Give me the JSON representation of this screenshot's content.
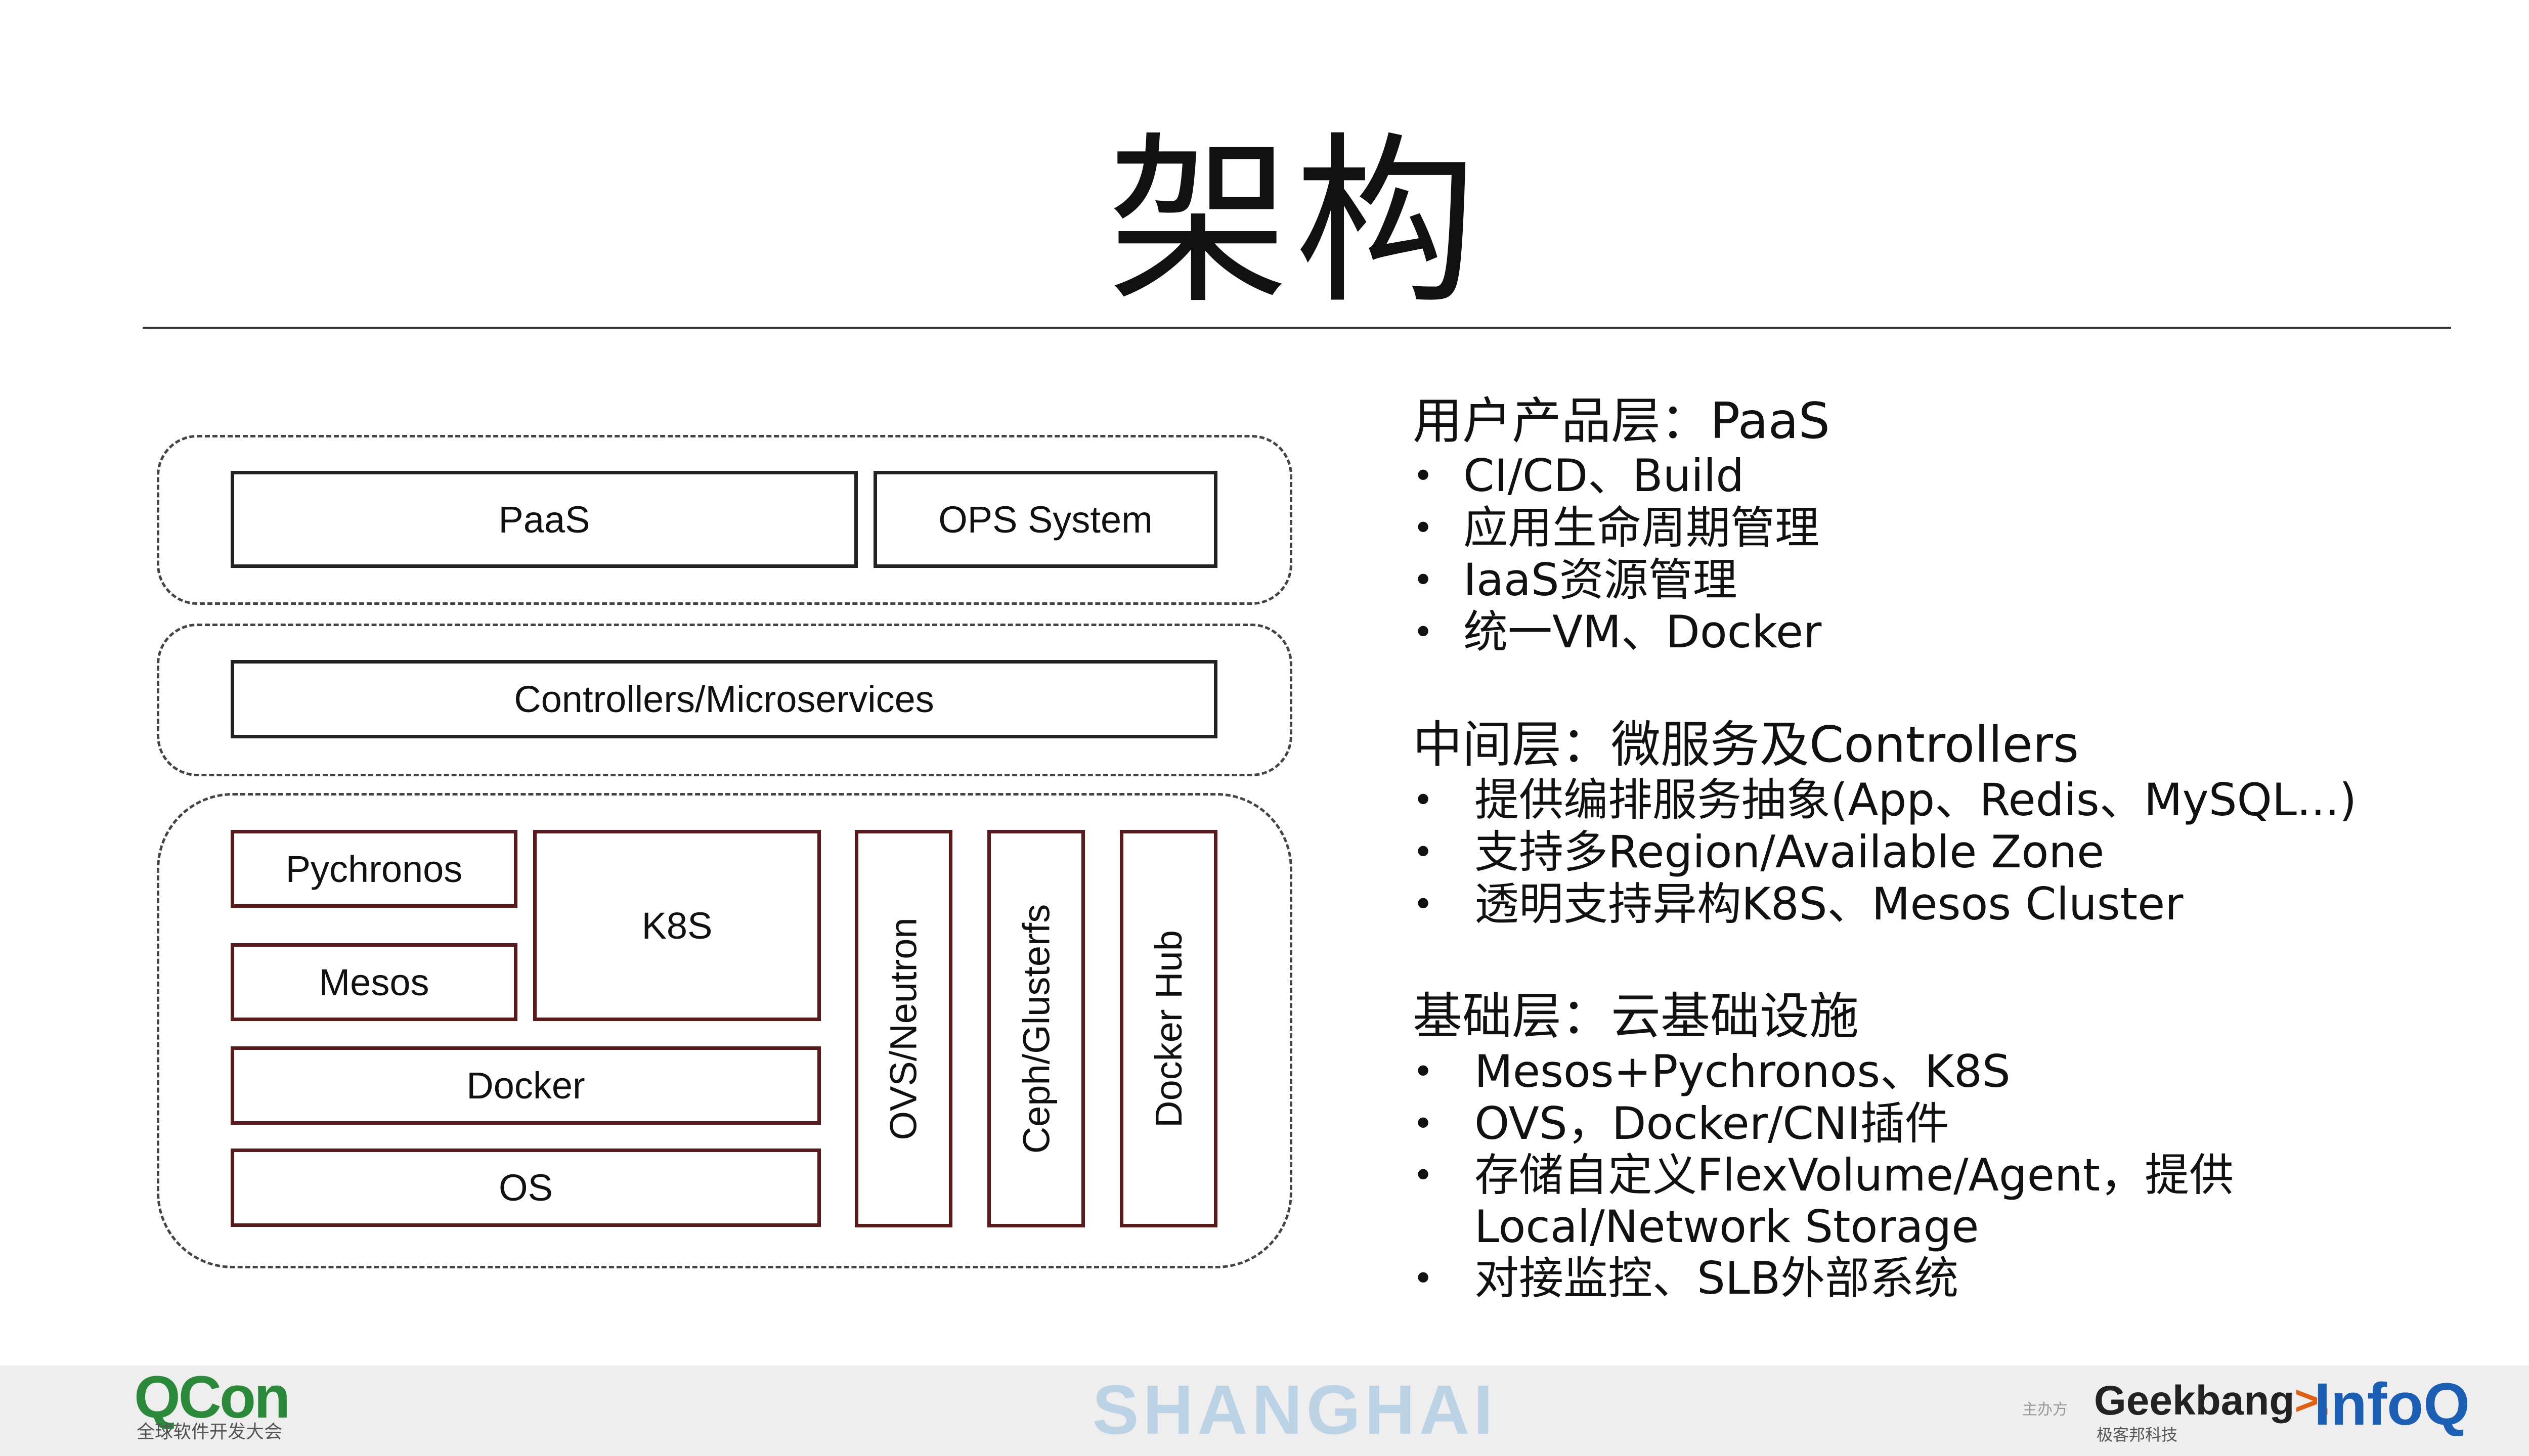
{
  "title": "架构",
  "diagram": {
    "paas": "PaaS",
    "ops": "OPS System",
    "controllers": "Controllers/Microservices",
    "pychronos": "Pychronos",
    "k8s": "K8S",
    "mesos": "Mesos",
    "docker": "Docker",
    "os": "OS",
    "ovs": "OVS/Neutron",
    "ceph": "Ceph/Glusterfs",
    "hub": "Docker Hub"
  },
  "sections": [
    {
      "heading": "用户产品层：PaaS",
      "items": [
        "CI/CD、Build",
        "应用生命周期管理",
        "IaaS资源管理",
        "统一VM、Docker"
      ]
    },
    {
      "heading": "中间层：微服务及Controllers",
      "items": [
        "提供编排服务抽象(App、Redis、MySQL...)",
        "支持多Region/Available Zone",
        "透明支持异构K8S、Mesos Cluster"
      ]
    },
    {
      "heading": "基础层：云基础设施",
      "items": [
        "Mesos+Pychronos、K8S",
        "OVS，Docker/CNI插件",
        "存储自定义FlexVolume/Agent，提供",
        "Local/Network Storage",
        "对接监控、SLB外部系统"
      ]
    }
  ],
  "bullet_char": "•",
  "footer": {
    "qcon": "QCon",
    "qcon_sub": "全球软件开发大会",
    "city": "SHANGHAI",
    "host_label": "主办方",
    "geek": "Geekbang",
    "geek_arrow": ">.",
    "geek_sub": "极客邦科技",
    "infoq": "InfoQ"
  },
  "colors": {
    "box_border": "#222222",
    "red_border": "#5a1a1a",
    "qcon_green": "#2a8a3a",
    "shanghai_blue": "#bcd3e6",
    "infoq_blue": "#1a5fb4",
    "geek_orange": "#e06010"
  }
}
